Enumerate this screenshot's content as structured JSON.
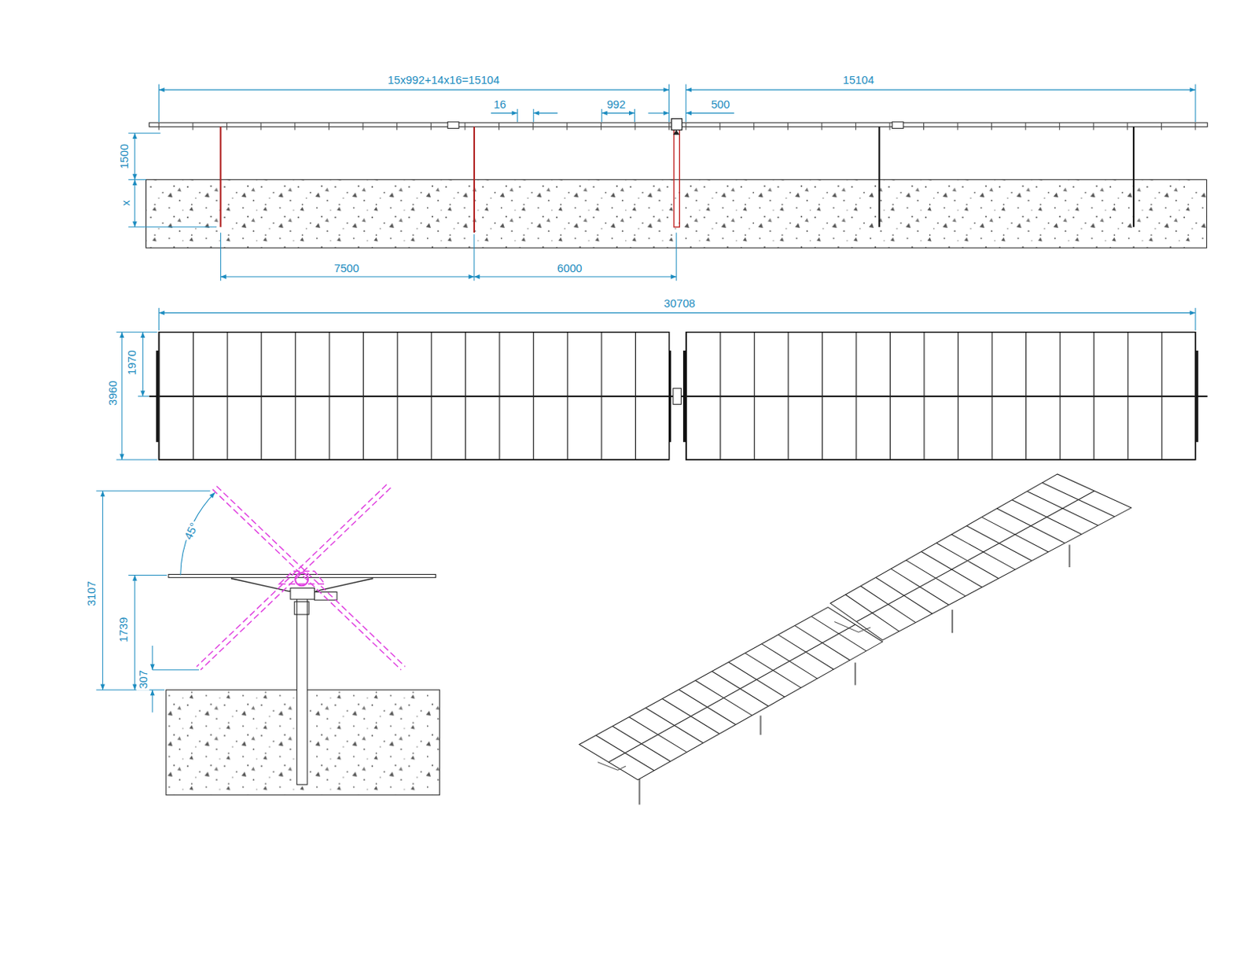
{
  "diagram": {
    "labels": [
      "15x992+14x16=15104",
      "15104",
      "16",
      "992",
      "500",
      "1500",
      "x",
      "7500",
      "6000",
      "30708",
      "3960",
      "1970",
      "45°",
      "3107",
      "1739",
      "307"
    ]
  }
}
